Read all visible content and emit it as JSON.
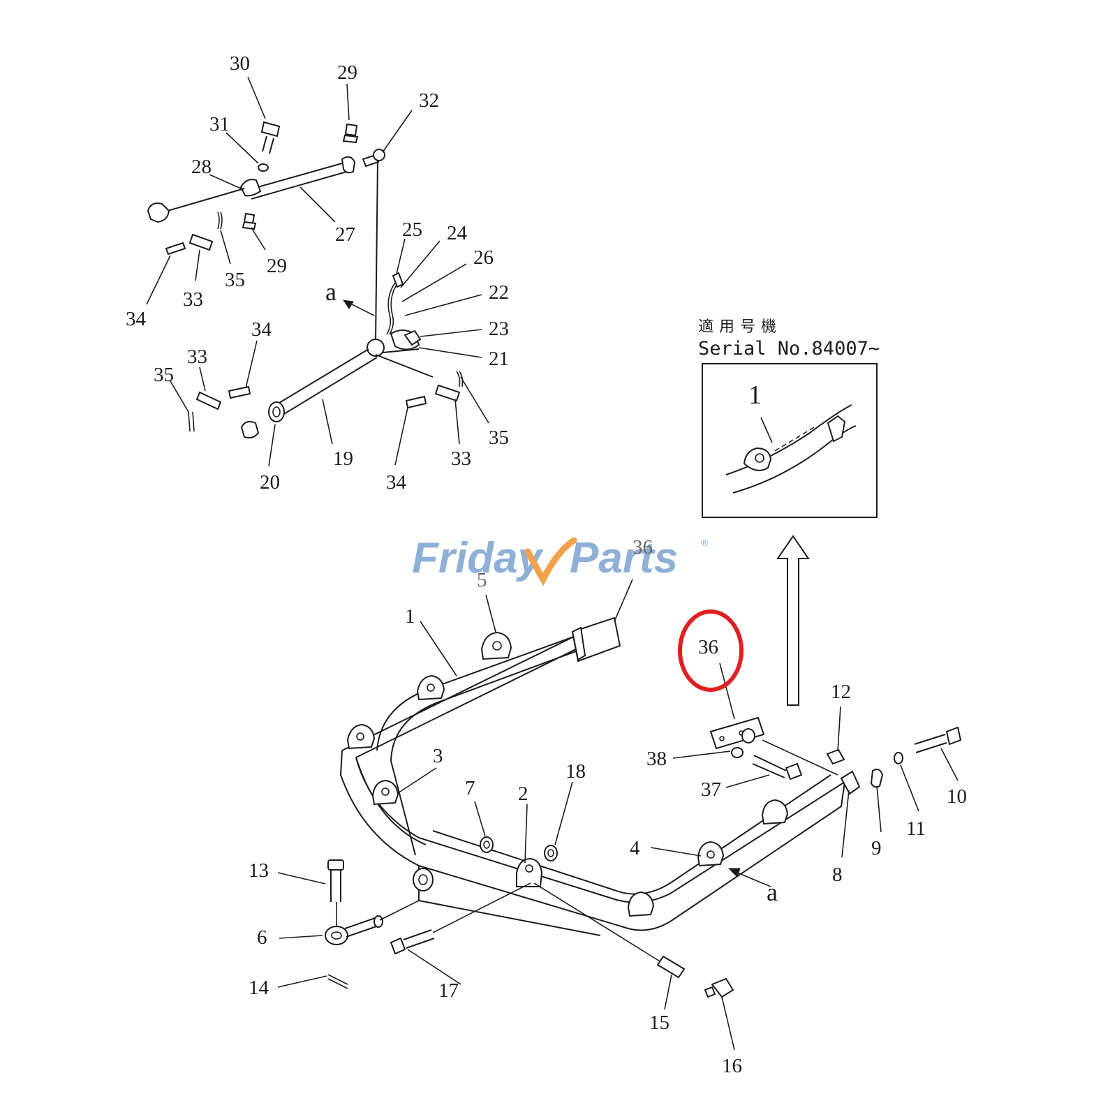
{
  "inset": {
    "heading_cjk": "適用号機",
    "serial": "Serial No.84007~",
    "part_label": "1"
  },
  "watermark": {
    "word1": "Friday",
    "word2": "Parts",
    "mark": "®",
    "colors": {
      "blue": "#8fb0d6",
      "orange": "#f2a24a"
    }
  },
  "highlight": {
    "label": "36",
    "color": "#e02020"
  },
  "arrow_refs": {
    "upper": "a",
    "lower": "a"
  },
  "labels": {
    "l30": "30",
    "l29a": "29",
    "l32": "32",
    "l31": "31",
    "l28": "28",
    "l27": "27",
    "l29b": "29",
    "l35a": "35",
    "l33a": "33",
    "l34a": "34",
    "l25": "25",
    "l24": "24",
    "l26": "26",
    "l22": "22",
    "l23": "23",
    "l21": "21",
    "l34b": "34",
    "l33b": "33",
    "l35b": "35",
    "l19": "19",
    "l20": "20",
    "l34c": "34",
    "l33c": "33",
    "l35c": "35",
    "l36top": "36",
    "l5": "5",
    "l1": "1",
    "l3": "3",
    "l7": "7",
    "l2": "2",
    "l18": "18",
    "l38": "38",
    "l37": "37",
    "l12": "12",
    "l10": "10",
    "l11": "11",
    "l9": "9",
    "l8": "8",
    "l4": "4",
    "l13": "13",
    "l6": "6",
    "l14": "14",
    "l17": "17",
    "l15": "15",
    "l16": "16"
  }
}
